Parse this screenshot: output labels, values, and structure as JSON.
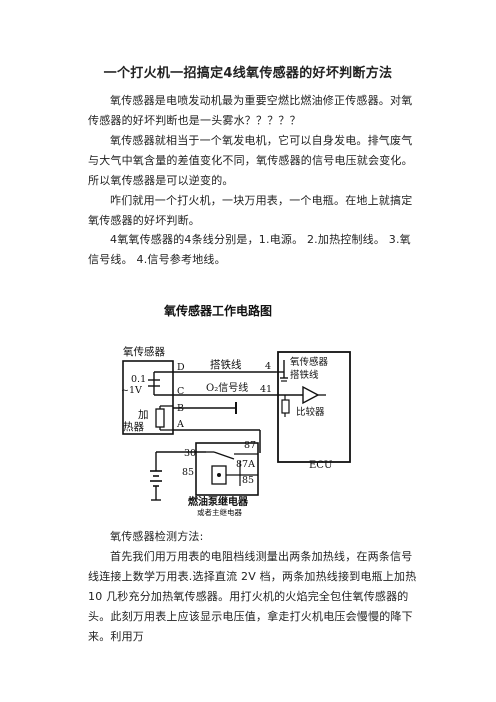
{
  "title": "一个打火机一招搞定4线氧传感器的好坏判断方法",
  "paragraphs": [
    "氧传感器是电喷发动机最为重要空燃比燃油修正传感器。对氧传感器的好坏判断也是一头雾水？？？？？",
    "氧传感器就相当于一个氧发电机，它可以自身发电。排气废气与大气中氧含量的差值变化不同，氧传感器的信号电压就会变化。所以氧传感器是可以逆变的。",
    "咋们就用一个打火机，一块万用表，一个电瓶。在地上就搞定氧传感器的好坏判断。",
    "4氧氧传感器的4条线分别是，1.电源。 2.加热控制线。 3.氧信号线。 4.信号参考地线。"
  ],
  "diagram": {
    "title": "氧传感器工作电路图",
    "sensor_label": "氧传感器",
    "voltage_label_top": "0.1",
    "voltage_label_bottom": "~1V",
    "heater_label_1": "加",
    "heater_label_2": "热器",
    "pin_D": "D",
    "pin_C": "C",
    "pin_B": "B",
    "pin_A": "A",
    "wire_ground": "搭铁线",
    "wire_signal": "O₂信号线",
    "ecu_box_label_1": "氧传感器",
    "ecu_box_label_2": "搭铁线",
    "comparator_label": "比较器",
    "ecu_pin_4": "4",
    "ecu_pin_41": "41",
    "ecu_label": "ECU",
    "relay_pin_30": "30",
    "relay_pin_87": "87",
    "relay_pin_87A": "87A",
    "relay_pin_85_left": "85",
    "relay_pin_85_right": "85",
    "relay_label": "燃油泵继电器",
    "relay_sublabel": "或者主继电器"
  },
  "section_heading": "氧传感器检测方法:",
  "method_paragraph": "首先我们用万用表的电阻档线测量出两条加热线，在两条信号线连接上数学万用表.选择直流 2V 档，两条加热线接到电瓶上加热 10 几秒充分加热氧传感器。用打火机的火焰完全包住氧传感器的头。此刻万用表上应该显示电压值，拿走打火机电压会慢慢的降下来。利用万"
}
